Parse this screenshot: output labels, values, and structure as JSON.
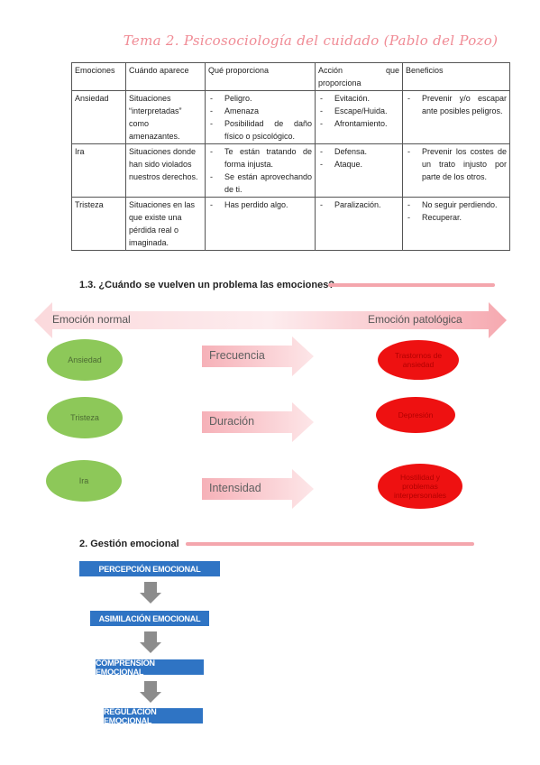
{
  "title": "Tema 2. Psicosociología del cuidado (Pablo del Pozo)",
  "table": {
    "headers": [
      "Emociones",
      "Cuándo aparece",
      "Qué proporciona",
      "Acción que proporciona",
      "Beneficios"
    ],
    "rows": [
      {
        "emotion": "Ansiedad",
        "when": "Situaciones “interpretadas” como amenazantes.",
        "provides": [
          "Peligro.",
          "Amenaza",
          "Posibilidad de daño físico o psicológico."
        ],
        "action": [
          "Evitación.",
          "Escape/Huida.",
          "Afrontamiento."
        ],
        "benefits": [
          "Prevenir y/o escapar ante posibles peligros."
        ]
      },
      {
        "emotion": "Ira",
        "when": "Situaciones donde han sido violados nuestros derechos.",
        "provides": [
          "Te están tratando de forma injusta.",
          "Se están aprovechando de ti."
        ],
        "action": [
          "Defensa.",
          "Ataque."
        ],
        "benefits": [
          "Prevenir los costes de un trato injusto por parte de los otros."
        ]
      },
      {
        "emotion": "Tristeza",
        "when": "Situaciones en las que existe una pérdida real o imaginada.",
        "provides": [
          "Has perdido algo."
        ],
        "action": [
          "Paralización."
        ],
        "benefits": [
          "No seguir perdiendo.",
          "Recuperar."
        ]
      }
    ]
  },
  "section1": {
    "heading": "1.3. ¿Cuándo se vuelven un problema las emociones?",
    "left_label": "Emoción normal",
    "right_label": "Emoción patológica",
    "rows": [
      {
        "emotion": "Ansiedad",
        "factor": "Frecuencia",
        "result": "Trastornos de ansiedad"
      },
      {
        "emotion": "Tristeza",
        "factor": "Duración",
        "result": "Depresión"
      },
      {
        "emotion": "Ira",
        "factor": "Intensidad",
        "result": "Hostilidad y problemas interpersonales"
      }
    ]
  },
  "section2": {
    "heading": "2. Gestión emocional",
    "steps": [
      "PERCEPCIÓN EMOCIONAL",
      "ASIMILACIÓN EMOCIONAL",
      "COMPRENSIÓN EMOCIONAL",
      "REGULACIÓN EMOCIONAL"
    ]
  },
  "colors": {
    "title": "#f08b95",
    "accent_line": "#f4a6ad",
    "green_oval": "#8dc859",
    "red_oval": "#ee1111",
    "flow_box": "#2f74c4",
    "down_arrow": "#8c8c8c"
  }
}
